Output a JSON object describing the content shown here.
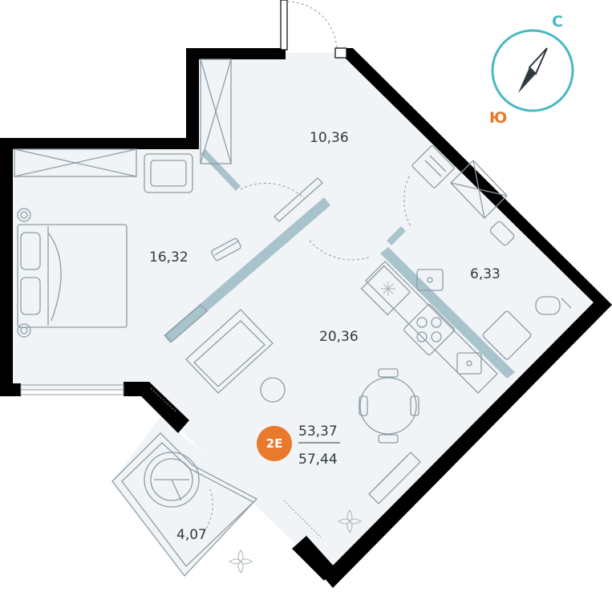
{
  "compass": {
    "north_label": "С",
    "south_label": "Ю",
    "north_color": "#4bb8c4",
    "south_color": "#e9792c"
  },
  "unit": {
    "type_badge": "2Е",
    "badge_color": "#e9792c",
    "living_area": "53,37",
    "total_area": "57,44"
  },
  "rooms": {
    "hall": "10,36",
    "bedroom": "16,32",
    "living_kitchen": "20,36",
    "bathroom": "6,33",
    "balcony": "4,07"
  },
  "colors": {
    "wall": "#000000",
    "floor": "#f0f4f6",
    "partition": "#a9c3cc"
  }
}
